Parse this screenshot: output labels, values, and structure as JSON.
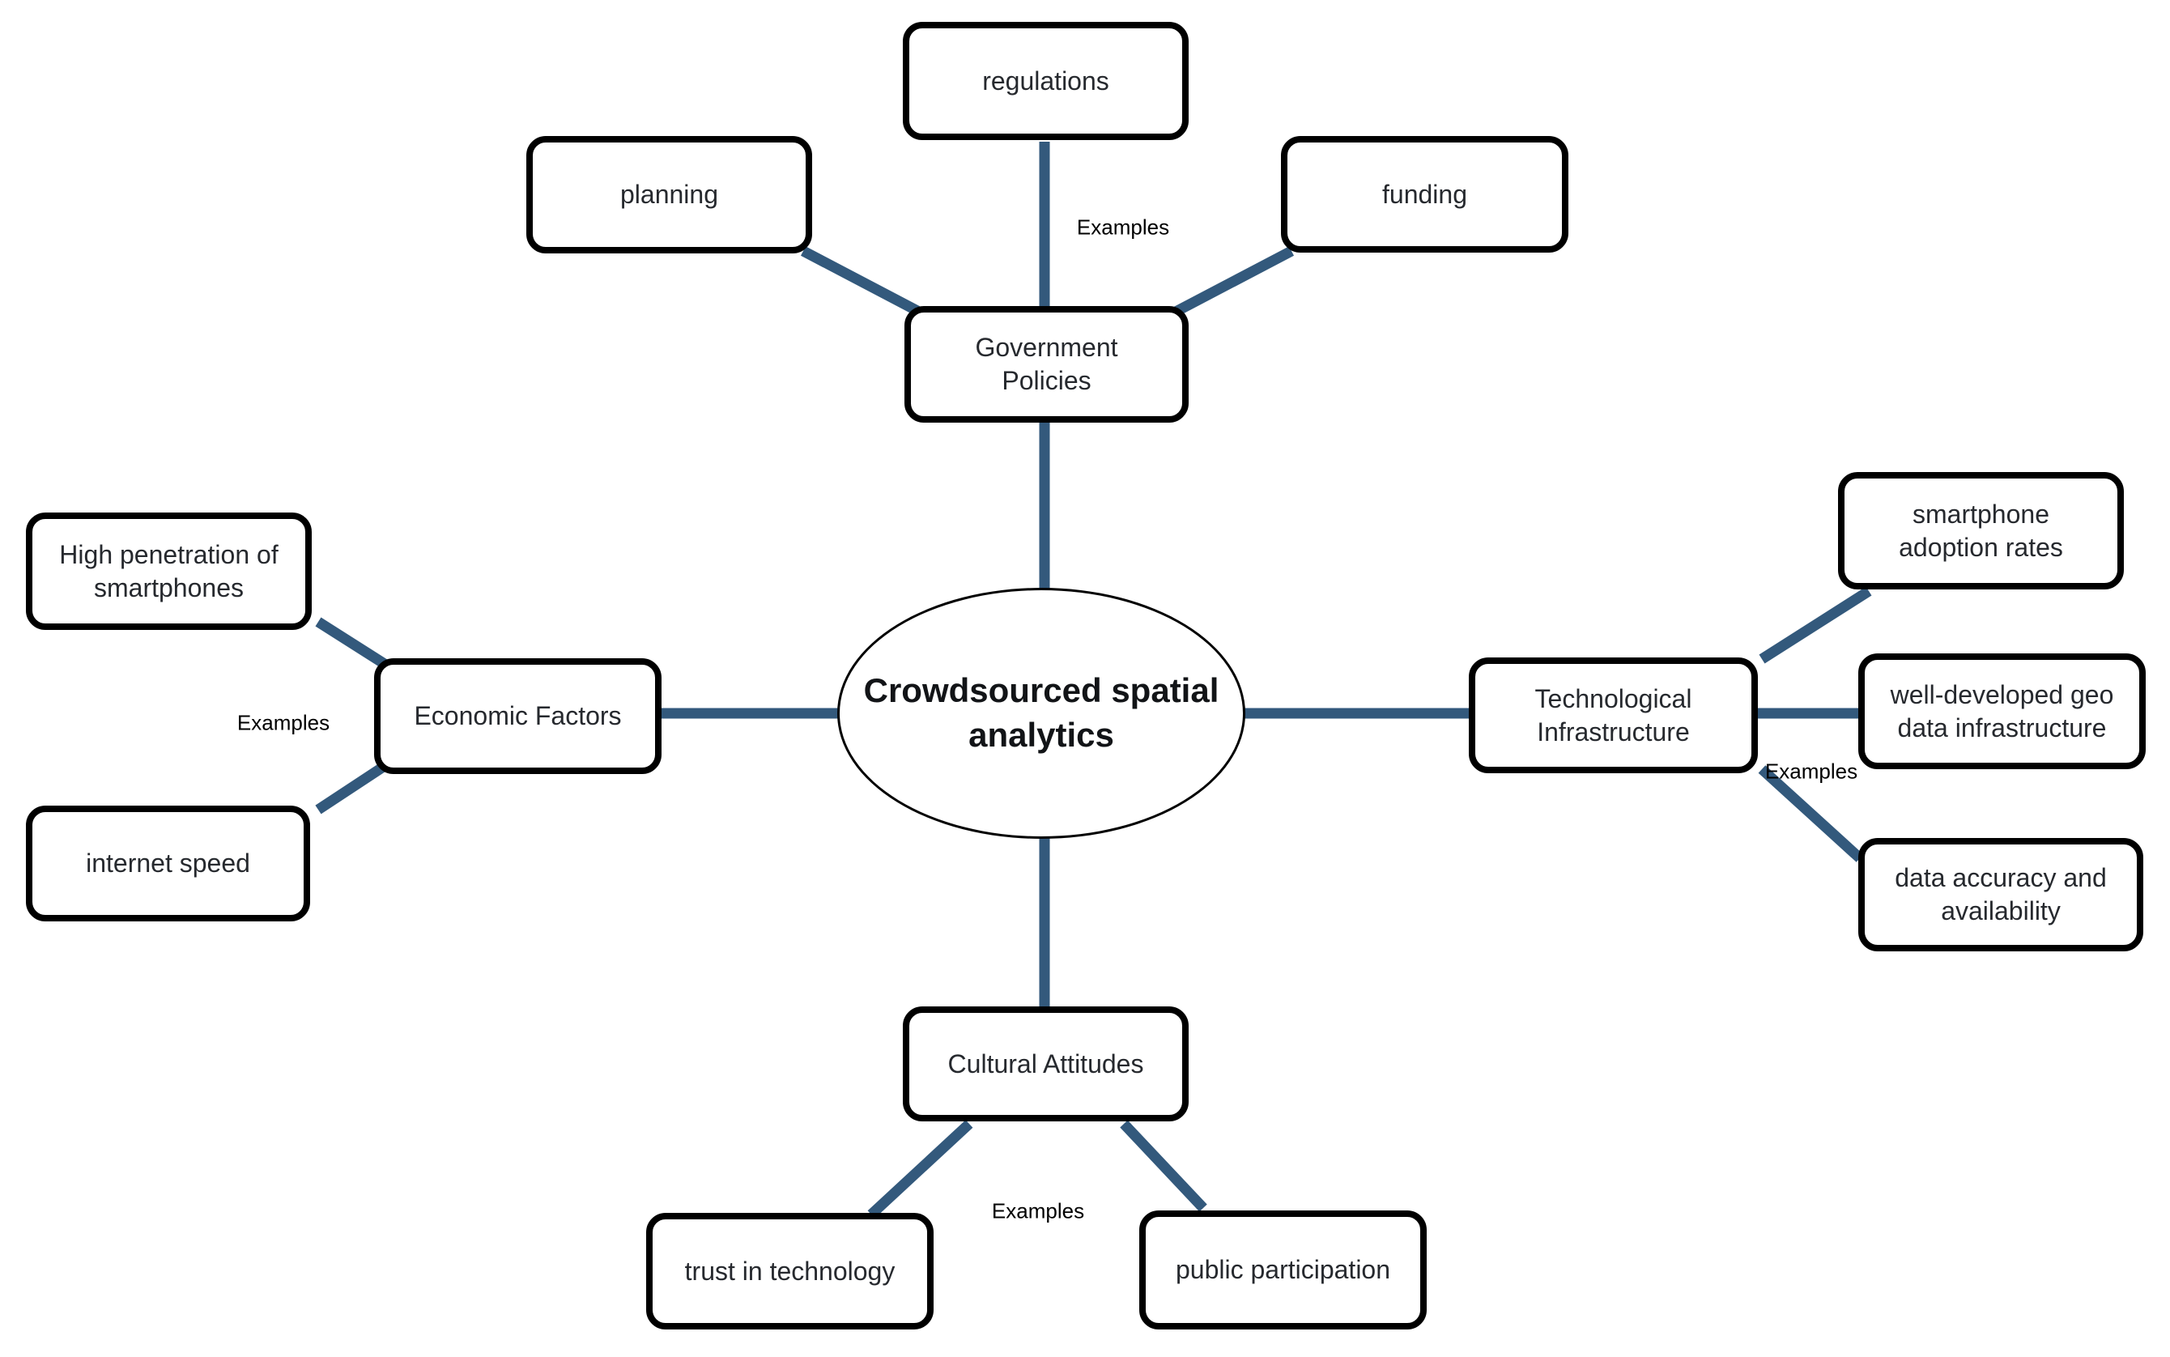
{
  "diagram": {
    "type": "mindmap",
    "center": {
      "label": "Crowdsourced spatial\nanalytics"
    }
  },
  "nodes": {
    "center": {
      "label": "Crowdsourced spatial\nanalytics"
    },
    "government_policies": {
      "label": "Government\nPolicies"
    },
    "regulations": {
      "label": "regulations"
    },
    "planning": {
      "label": "planning"
    },
    "funding": {
      "label": "funding"
    },
    "economic_factors": {
      "label": "Economic Factors"
    },
    "high_penetration": {
      "label": "High penetration of\nsmartphones"
    },
    "internet_speed": {
      "label": "internet speed"
    },
    "technological_infrastructure": {
      "label": "Technological\nInfrastructure"
    },
    "smartphone_adoption": {
      "label": "smartphone\nadoption rates"
    },
    "geo_data_infrastructure": {
      "label": "well-developed geo\ndata infrastructure"
    },
    "data_accuracy": {
      "label": "data accuracy and\navailability"
    },
    "cultural_attitudes": {
      "label": "Cultural Attitudes"
    },
    "trust_in_technology": {
      "label": "trust in technology"
    },
    "public_participation": {
      "label": "public participation"
    }
  },
  "edge_labels": {
    "top": "Examples",
    "left": "Examples",
    "right": "Examples",
    "bottom": "Examples"
  },
  "colors": {
    "edge": "#33597c",
    "node_border": "#000000",
    "node_fill": "#ffffff",
    "node_text": "#26292e",
    "label_text": "#000000",
    "background": "#ffffff"
  }
}
